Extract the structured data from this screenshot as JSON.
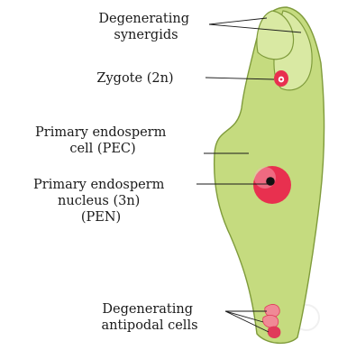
{
  "labels": {
    "synergids": [
      "Degenerating",
      "synergids"
    ],
    "zygote": [
      "Zygote (2n)"
    ],
    "pec": [
      "Primary endosperm",
      "cell (PEC)"
    ],
    "pen": [
      "Primary endosperm",
      "nucleus (3n)",
      "(PEN)"
    ],
    "antipodal": [
      "Degenerating",
      "antipodal cells"
    ]
  },
  "colors": {
    "sac_fill": "#c5db7f",
    "sac_stroke": "#7f9b3b",
    "synergid_fill": "#d9e9a3",
    "nucleus_fill": "#e8304f",
    "nucleus_highlight": "#f8b1bf",
    "antipodal_fill": "#f08a96",
    "antipodal_dark": "#e03a5a"
  },
  "watermark": "© NCERT"
}
